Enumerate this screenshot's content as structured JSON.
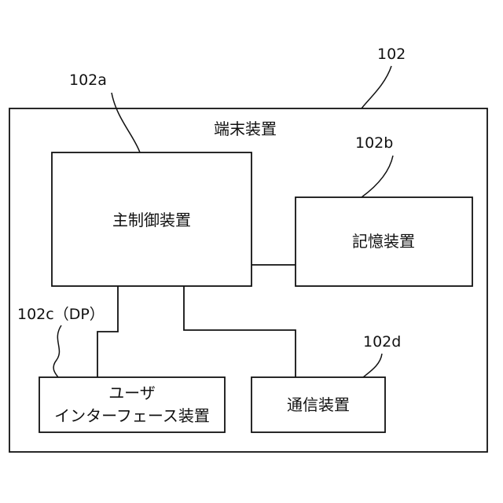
{
  "terminal": {
    "ref": "102",
    "label": "端末装置"
  },
  "main_control": {
    "ref": "102a",
    "label": "主制御装置"
  },
  "storage": {
    "ref": "102b",
    "label": "記憶装置"
  },
  "user_interface": {
    "ref": "102c（DP）",
    "label_line1": "ユーザ",
    "label_line2": "インターフェース装置"
  },
  "communication": {
    "ref": "102d",
    "label": "通信装置"
  }
}
